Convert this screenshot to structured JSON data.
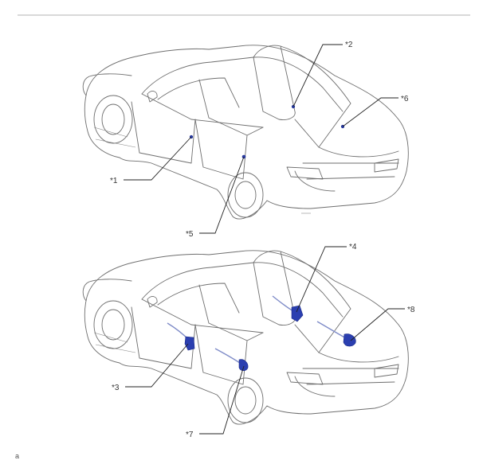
{
  "top_view": {
    "callouts": [
      {
        "id": "c2",
        "label": "*2"
      },
      {
        "id": "c6",
        "label": "*6"
      },
      {
        "id": "c1",
        "label": "*1"
      },
      {
        "id": "c5",
        "label": "*5"
      }
    ]
  },
  "bottom_view": {
    "callouts": [
      {
        "id": "c4",
        "label": "*4"
      },
      {
        "id": "c8",
        "label": "*8"
      },
      {
        "id": "c3",
        "label": "*3"
      },
      {
        "id": "c7",
        "label": "*7"
      }
    ]
  },
  "footer": {
    "marker": "a"
  },
  "colors": {
    "part_highlight": "#2b3fb0",
    "outline": "#6e6e6e",
    "rule": "#9a9a9a"
  }
}
